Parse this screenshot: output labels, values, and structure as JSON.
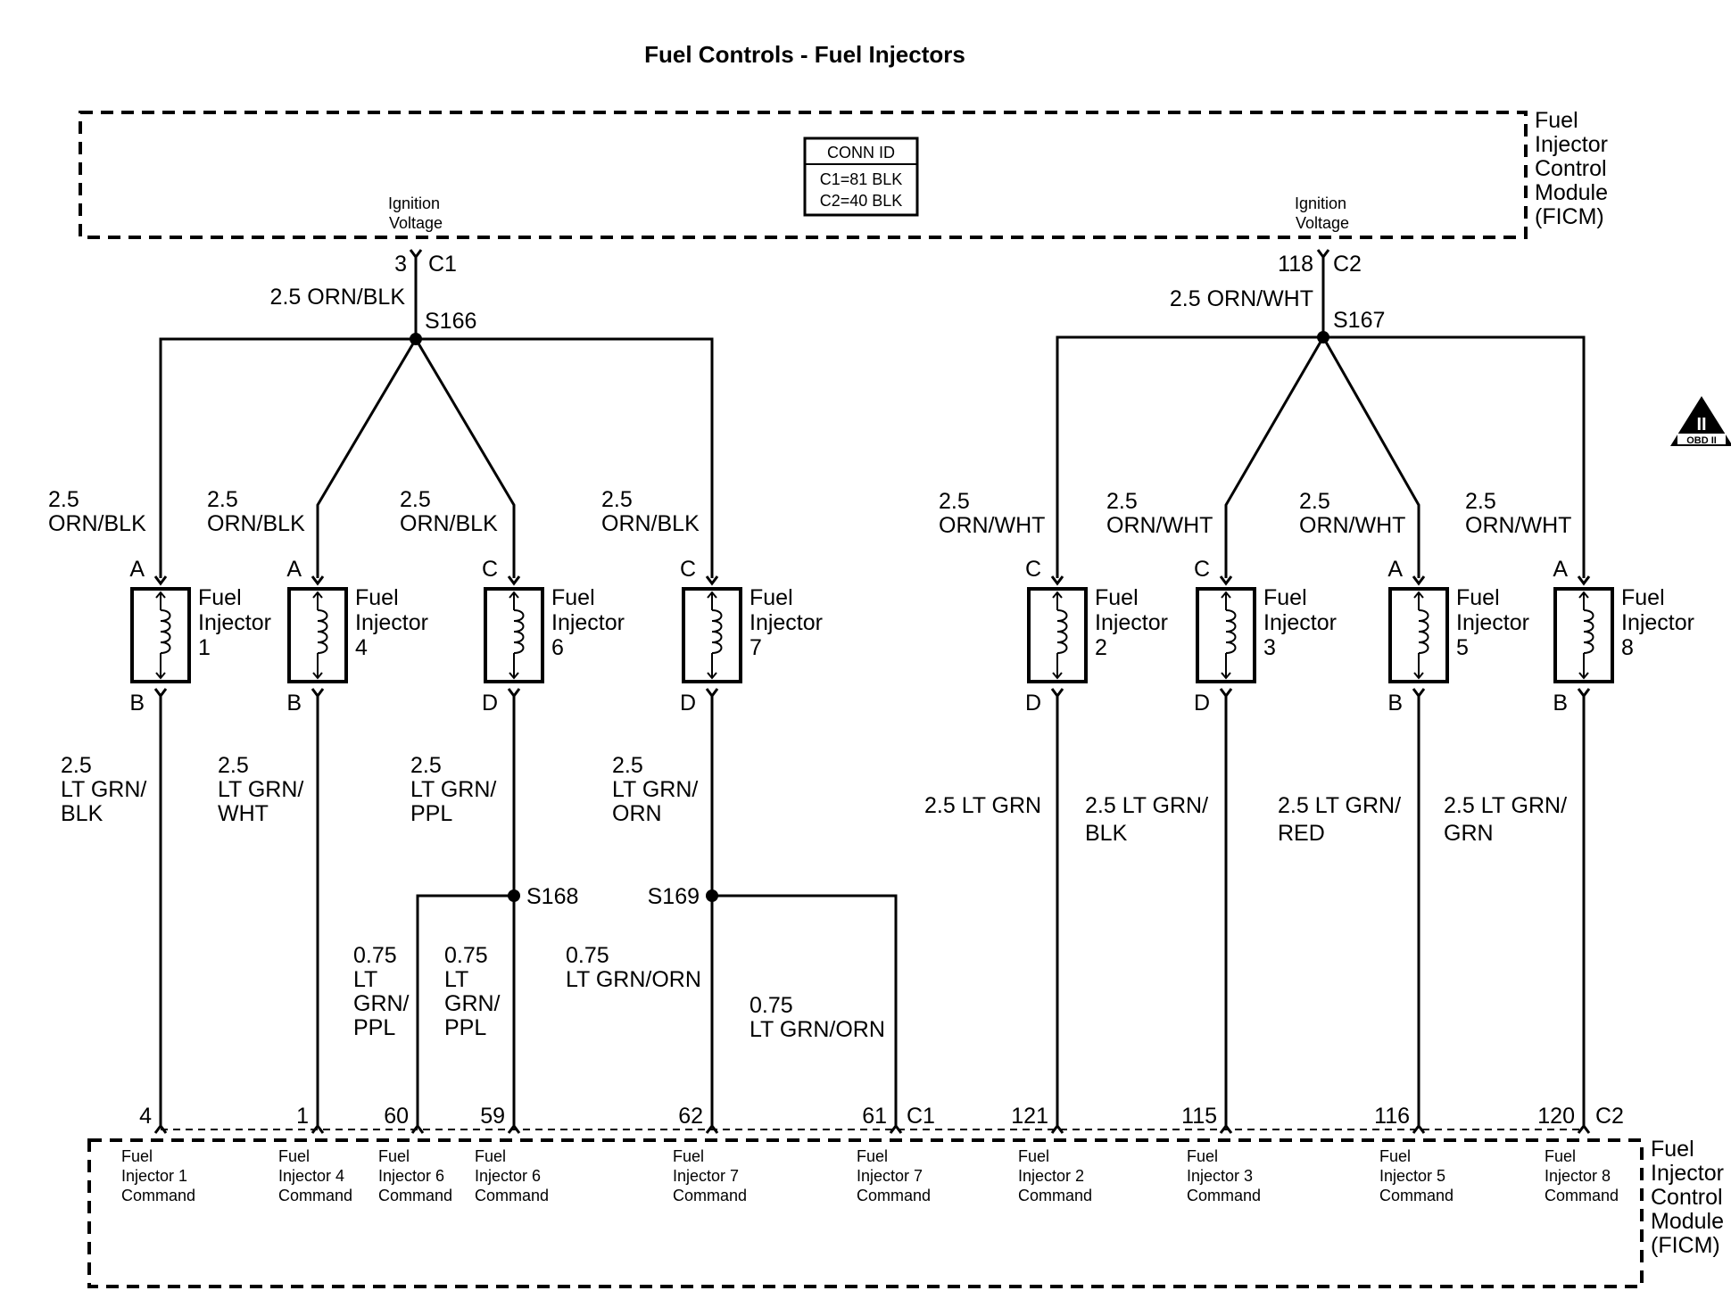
{
  "title": "Fuel Controls - Fuel Injectors",
  "module": {
    "line1": "Fuel",
    "line2": "Injector",
    "line3": "Control",
    "line4": "Module",
    "line5": "(FICM)"
  },
  "conn_id": {
    "header": "CONN ID",
    "c1": "C1=81 BLK",
    "c2": "C2=40 BLK"
  },
  "ignition": {
    "line1": "Ignition",
    "line2": "Voltage"
  },
  "obd": {
    "symbol": "II",
    "text": "OBD II"
  },
  "top_pins": {
    "left": {
      "pin": "3",
      "conn": "C1",
      "wire": "2.5 ORN/BLK",
      "splice": "S166"
    },
    "right": {
      "pin": "118",
      "conn": "C2",
      "wire": "2.5 ORN/WHT",
      "splice": "S167"
    }
  },
  "splices": {
    "s168": "S168",
    "s169": "S169"
  },
  "injectors": [
    {
      "id": "1",
      "name1": "Fuel",
      "name2": "Injector",
      "num": "1",
      "top_pin": "A",
      "bot_pin": "B",
      "top_wire1": "2.5",
      "top_wire2": "ORN/BLK",
      "bot_wire1": "2.5",
      "bot_wire2": "LT GRN/",
      "bot_wire3": "BLK"
    },
    {
      "id": "4",
      "name1": "Fuel",
      "name2": "Injector",
      "num": "4",
      "top_pin": "A",
      "bot_pin": "B",
      "top_wire1": "2.5",
      "top_wire2": "ORN/BLK",
      "bot_wire1": "2.5",
      "bot_wire2": "LT GRN/",
      "bot_wire3": "WHT"
    },
    {
      "id": "6",
      "name1": "Fuel",
      "name2": "Injector",
      "num": "6",
      "top_pin": "C",
      "bot_pin": "D",
      "top_wire1": "2.5",
      "top_wire2": "ORN/BLK",
      "bot_wire1": "2.5",
      "bot_wire2": "LT GRN/",
      "bot_wire3": "PPL"
    },
    {
      "id": "7",
      "name1": "Fuel",
      "name2": "Injector",
      "num": "7",
      "top_pin": "C",
      "bot_pin": "D",
      "top_wire1": "2.5",
      "top_wire2": "ORN/BLK",
      "bot_wire1": "2.5",
      "bot_wire2": "LT GRN/",
      "bot_wire3": "ORN"
    },
    {
      "id": "2",
      "name1": "Fuel",
      "name2": "Injector",
      "num": "2",
      "top_pin": "C",
      "bot_pin": "D",
      "top_wire1": "2.5",
      "top_wire2": "ORN/WHT",
      "bot_wire1": "2.5 LT GRN",
      "bot_wire2": ""
    },
    {
      "id": "3",
      "name1": "Fuel",
      "name2": "Injector",
      "num": "3",
      "top_pin": "C",
      "bot_pin": "D",
      "top_wire1": "2.5",
      "top_wire2": "ORN/WHT",
      "bot_wire1": "2.5 LT GRN/",
      "bot_wire2": "BLK"
    },
    {
      "id": "5",
      "name1": "Fuel",
      "name2": "Injector",
      "num": "5",
      "top_pin": "A",
      "bot_pin": "B",
      "top_wire1": "2.5",
      "top_wire2": "ORN/WHT",
      "bot_wire1": "2.5 LT GRN/",
      "bot_wire2": "RED"
    },
    {
      "id": "8",
      "name1": "Fuel",
      "name2": "Injector",
      "num": "8",
      "top_pin": "A",
      "bot_pin": "B",
      "top_wire1": "2.5",
      "top_wire2": "ORN/WHT",
      "bot_wire1": "2.5 LT GRN/",
      "bot_wire2": "GRN"
    }
  ],
  "branch_wires": {
    "w60": {
      "l1": "0.75",
      "l2": "LT",
      "l3": "GRN/",
      "l4": "PPL"
    },
    "w59": {
      "l1": "0.75",
      "l2": "LT",
      "l3": "GRN/",
      "l4": "PPL"
    },
    "w62": {
      "l1": "0.75",
      "l2": "LT GRN/ORN"
    },
    "w61": {
      "l1": "0.75",
      "l2": "LT GRN/ORN"
    }
  },
  "bottom_conn": {
    "c1": "C1",
    "c2": "C2"
  },
  "bottom_pins": [
    {
      "pin": "4",
      "l1": "Fuel",
      "l2": "Injector 1",
      "l3": "Command"
    },
    {
      "pin": "1",
      "l1": "Fuel",
      "l2": "Injector 4",
      "l3": "Command"
    },
    {
      "pin": "60",
      "l1": "Fuel",
      "l2": "Injector 6",
      "l3": "Command"
    },
    {
      "pin": "59",
      "l1": "Fuel",
      "l2": "Injector 6",
      "l3": "Command"
    },
    {
      "pin": "62",
      "l1": "Fuel",
      "l2": "Injector 7",
      "l3": "Command"
    },
    {
      "pin": "61",
      "l1": "Fuel",
      "l2": "Injector 7",
      "l3": "Command"
    },
    {
      "pin": "121",
      "l1": "Fuel",
      "l2": "Injector 2",
      "l3": "Command"
    },
    {
      "pin": "115",
      "l1": "Fuel",
      "l2": "Injector 3",
      "l3": "Command"
    },
    {
      "pin": "116",
      "l1": "Fuel",
      "l2": "Injector 5",
      "l3": "Command"
    },
    {
      "pin": "120",
      "l1": "Fuel",
      "l2": "Injector 8",
      "l3": "Command"
    }
  ]
}
